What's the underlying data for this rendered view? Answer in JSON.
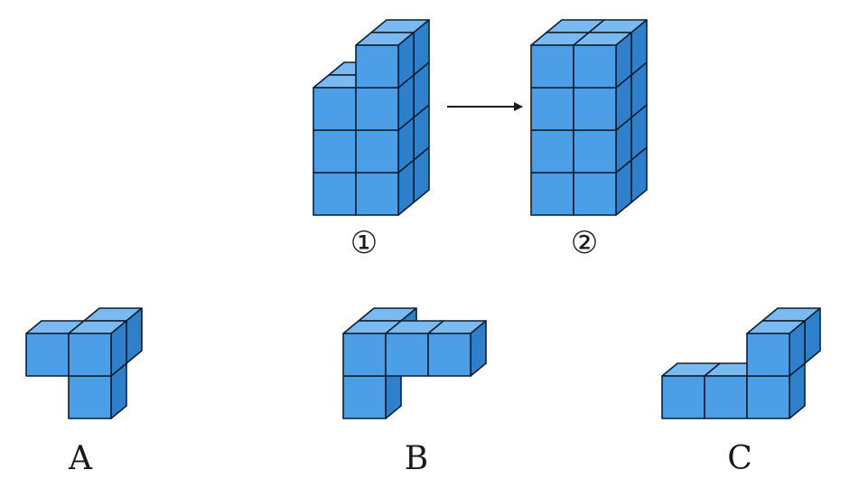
{
  "figure_labels": {
    "fig1": "①",
    "fig2": "②"
  },
  "options": {
    "a": "A",
    "b": "B",
    "c": "C"
  },
  "colors": {
    "front": "#4c9ee6",
    "top": "#7bbaf0",
    "side": "#2f7fcb",
    "edge": "#0b1f33",
    "arrow": "#1a1a1a"
  },
  "figures": {
    "fig1": {
      "cubes": [
        [
          0,
          0,
          0
        ],
        [
          0,
          0,
          1
        ],
        [
          0,
          0,
          2
        ],
        [
          1,
          0,
          0
        ],
        [
          1,
          0,
          1
        ],
        [
          1,
          0,
          2
        ],
        [
          1,
          0,
          3
        ],
        [
          0,
          1,
          0
        ],
        [
          0,
          1,
          1
        ],
        [
          0,
          1,
          2
        ],
        [
          1,
          1,
          0
        ],
        [
          1,
          1,
          1
        ],
        [
          1,
          1,
          2
        ],
        [
          1,
          1,
          3
        ]
      ]
    },
    "fig2": {
      "cubes": [
        [
          0,
          0,
          0
        ],
        [
          0,
          0,
          1
        ],
        [
          0,
          0,
          2
        ],
        [
          0,
          0,
          3
        ],
        [
          1,
          0,
          0
        ],
        [
          1,
          0,
          1
        ],
        [
          1,
          0,
          2
        ],
        [
          1,
          0,
          3
        ],
        [
          0,
          1,
          0
        ],
        [
          0,
          1,
          1
        ],
        [
          0,
          1,
          2
        ],
        [
          0,
          1,
          3
        ],
        [
          1,
          1,
          0
        ],
        [
          1,
          1,
          1
        ],
        [
          1,
          1,
          2
        ],
        [
          1,
          1,
          3
        ]
      ]
    },
    "optA": {
      "cubes": [
        [
          0,
          0,
          1
        ],
        [
          1,
          0,
          1
        ],
        [
          1,
          0,
          0
        ],
        [
          1,
          1,
          1
        ]
      ]
    },
    "optB": {
      "cubes": [
        [
          0,
          0,
          0
        ],
        [
          0,
          0,
          1
        ],
        [
          1,
          0,
          1
        ],
        [
          2,
          0,
          1
        ],
        [
          0,
          1,
          1
        ]
      ]
    },
    "optC": {
      "cubes": [
        [
          0,
          0,
          0
        ],
        [
          1,
          0,
          0
        ],
        [
          2,
          0,
          0
        ],
        [
          2,
          0,
          1
        ],
        [
          2,
          1,
          1
        ]
      ]
    }
  }
}
